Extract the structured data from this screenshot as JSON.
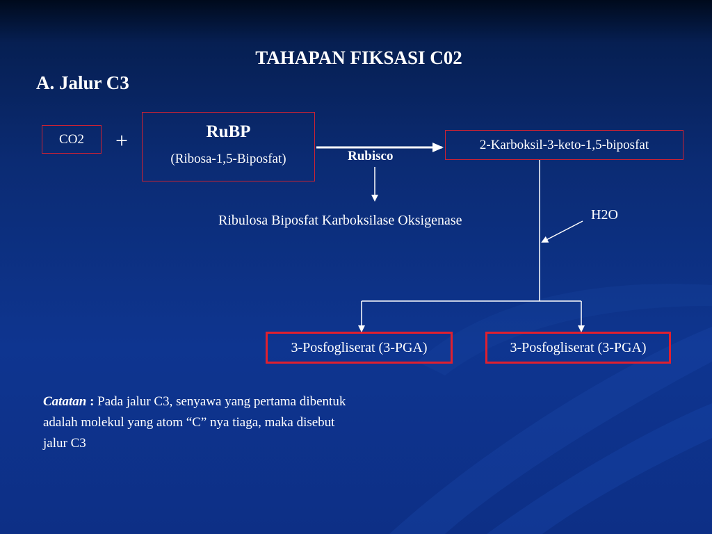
{
  "slide": {
    "title": "TAHAPAN FIKSASI C02",
    "subtitle": "A. Jalur C3"
  },
  "diagram": {
    "reactant_1": "CO2",
    "plus_sign": "+",
    "reactant_2_name": "RuBP",
    "reactant_2_full": "(Ribosa-1,5-Biposfat)",
    "enzyme": "Rubisco",
    "enzyme_full": "Ribulosa Biposfat Karboksilase Oksigenase",
    "intermediate": "2-Karboksil-3-keto-1,5-biposfat",
    "added_reagent": "H2O",
    "product_1": "3-Posfogliserat (3-PGA)",
    "product_2": "3-Posfogliserat (3-PGA)"
  },
  "note": {
    "label": "Catatan",
    "colon": " : ",
    "text": "Pada jalur C3, senyawa yang pertama dibentuk adalah molekul yang atom “C” nya tiaga, maka disebut jalur C3"
  },
  "colors": {
    "background": "#0d3289",
    "box_border": "#cc2233",
    "text": "#ffffff"
  }
}
